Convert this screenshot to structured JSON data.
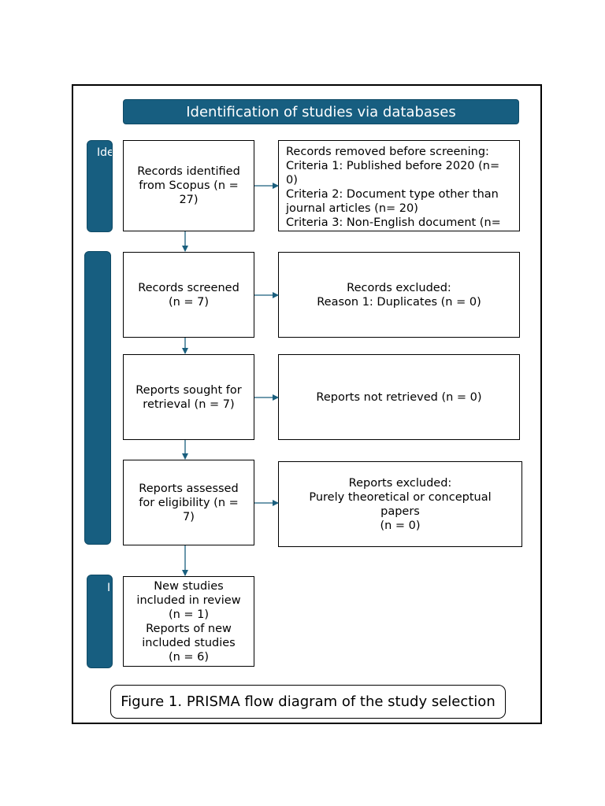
{
  "header": {
    "title": "Identification of studies via databases"
  },
  "phases": {
    "identification": "Ide",
    "screening": "",
    "included": "I"
  },
  "boxes": {
    "identified": "Records identified\nfrom Scopus (n =\n27)",
    "removed": "Records removed before screening:\nCriteria 1: Published before 2020 (n=\n0)\nCriteria 2: Document type other than\njournal articles  (n= 20)\nCriteria 3: Non-English document (n=",
    "screened": "Records screened\n(n = 7)",
    "excluded": "Records excluded:\nReason 1: Duplicates (n = 0)",
    "sought": "Reports sought for\nretrieval (n = 7)",
    "not_retrieved": "Reports not retrieved (n = 0)",
    "assessed": "Reports assessed\nfor eligibility (n =\n7)",
    "reports_excluded": "Reports excluded:\nPurely theoretical or conceptual\npapers\n(n = 0)",
    "included": "New studies\nincluded in review\n(n = 1)\nReports of new\nincluded studies\n(n = 6)"
  },
  "caption": "Figure 1. PRISMA flow diagram of the study selection",
  "colors": {
    "accent": "#175e80",
    "arrow": "#1a5f7e"
  }
}
